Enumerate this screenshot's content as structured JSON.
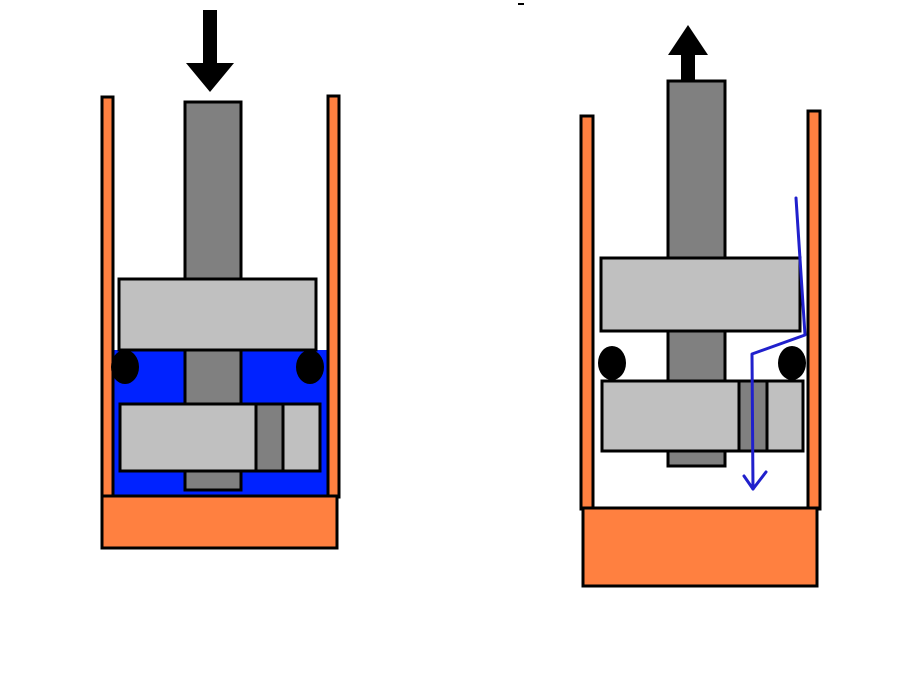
{
  "diagram": {
    "panels": [
      {
        "state": "compression",
        "arrow": "down-arrow-icon"
      },
      {
        "state": "rebound",
        "arrow": "up-arrow-icon",
        "flow_path": "fluid-flow-path"
      }
    ],
    "colors": {
      "cylinder": "#ff8040",
      "rod": "#808080",
      "piston": "#c0c0c0",
      "fluid": "#0022ff",
      "seal": "#000000",
      "flow_line": "#2020cc",
      "outline": "#000000"
    }
  }
}
